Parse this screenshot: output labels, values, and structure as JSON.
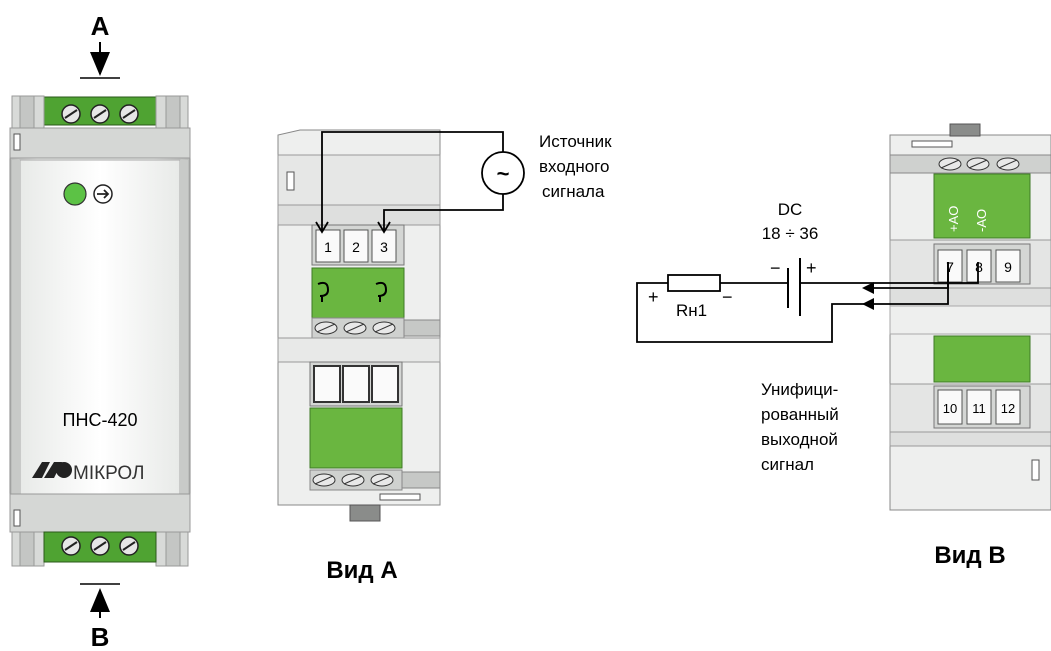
{
  "device": {
    "arrow_top_label": "A",
    "arrow_bottom_label": "B",
    "model": "ПНС-420",
    "brand": "МIКРОЛ",
    "led_color": "#5cc245"
  },
  "view_a": {
    "title": "Вид А",
    "terminals": [
      "1",
      "2",
      "3"
    ],
    "source_label": [
      "Источник",
      "входного",
      "сигнала"
    ]
  },
  "view_b": {
    "title": "Вид В",
    "terminals_top": [
      "7",
      "8",
      "9"
    ],
    "terminals_bottom": [
      "10",
      "11",
      "12"
    ],
    "green_labels": [
      "+AO",
      "-AO"
    ],
    "dc_label": [
      "DC",
      "18 ÷ 36"
    ],
    "resistor_label": "Rн1",
    "plus": "+",
    "minus": "−",
    "output_label": [
      "Унифици-",
      "рованный",
      "выходной",
      "сигнал"
    ]
  },
  "colors": {
    "green": "#6ab640",
    "housing": "#e2e4e2",
    "housing_dark": "#c9cbc9",
    "line": "#000000"
  }
}
